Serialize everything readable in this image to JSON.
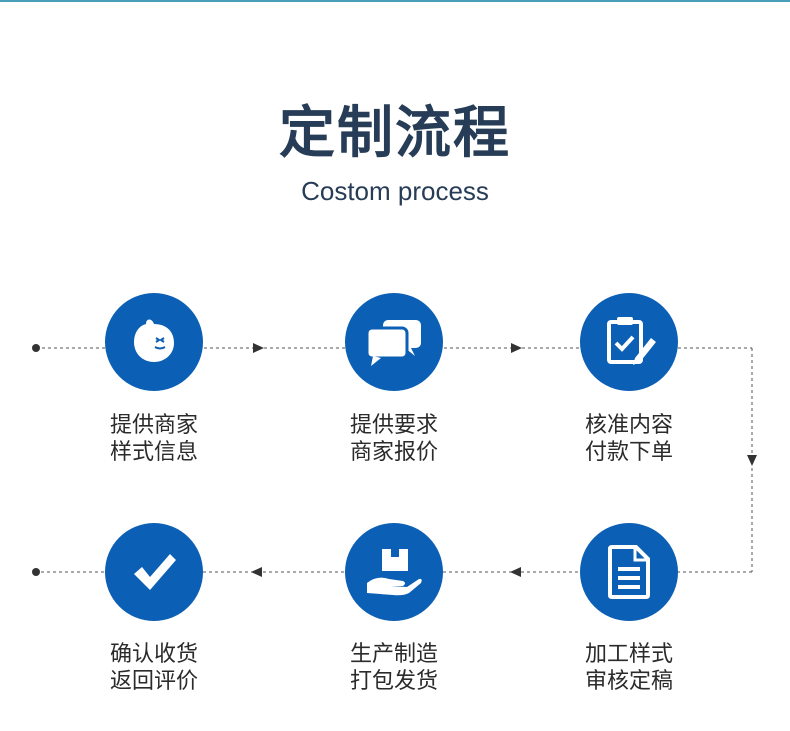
{
  "header": {
    "title": "定制流程",
    "subtitle": "Costom process"
  },
  "colors": {
    "accent": "#0b5fb4",
    "title": "#273c56",
    "line": "#555555"
  },
  "steps": [
    {
      "icon": "chat-bubble-face-icon",
      "line1": "提供商家",
      "line2": "样式信息"
    },
    {
      "icon": "speech-bubbles-icon",
      "line1": "提供要求",
      "line2": "商家报价"
    },
    {
      "icon": "clipboard-check-icon",
      "line1": "核准内容",
      "line2": "付款下单"
    },
    {
      "icon": "document-icon",
      "line1": "加工样式",
      "line2": "审核定稿"
    },
    {
      "icon": "hand-box-icon",
      "line1": "生产制造",
      "line2": "打包发货"
    },
    {
      "icon": "checkmark-icon",
      "line1": "确认收货",
      "line2": "返回评价"
    }
  ]
}
